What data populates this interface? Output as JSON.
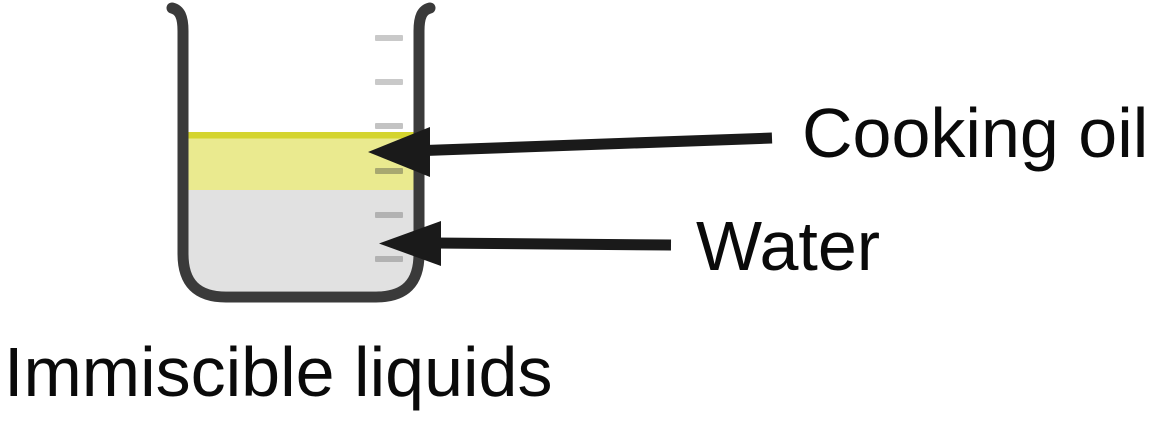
{
  "diagram": {
    "caption": "Immiscible liquids",
    "layers": [
      {
        "name": "oil",
        "label": "Cooking oil"
      },
      {
        "name": "water",
        "label": "Water"
      }
    ]
  },
  "colors": {
    "outline": "#3a3a3a",
    "arrow": "#1a1a1a",
    "label_text": "#0a0a0a",
    "oil_fill": "#eaea8f",
    "oil_surface": "#d4d42e",
    "water_fill": "#e1e1e1",
    "ticks": [
      "#c9c9c9",
      "#c9c9c9",
      "#c3c3c3",
      "#a8a870",
      "#b2b2b2",
      "#b2b2b2"
    ]
  }
}
